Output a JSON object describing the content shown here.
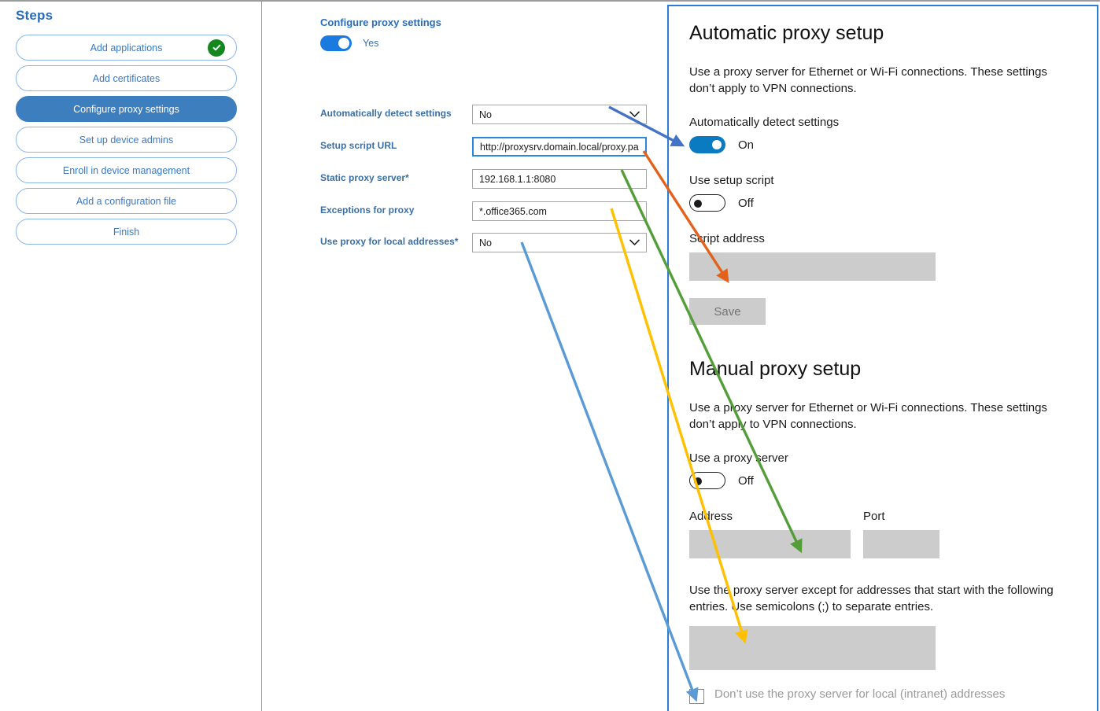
{
  "steps_panel": {
    "title": "Steps",
    "items": [
      {
        "label": "Add applications",
        "state": "completed"
      },
      {
        "label": "Add certificates",
        "state": "default"
      },
      {
        "label": "Configure proxy settings",
        "state": "active"
      },
      {
        "label": "Set up device admins",
        "state": "default"
      },
      {
        "label": "Enroll in device management",
        "state": "default"
      },
      {
        "label": "Add a configuration file",
        "state": "default"
      },
      {
        "label": "Finish",
        "state": "default"
      }
    ]
  },
  "form": {
    "heading": "Configure proxy settings",
    "toggle": {
      "label": "Yes",
      "state": "on"
    },
    "fields": [
      {
        "label": "Automatically detect settings",
        "required": "",
        "type": "select",
        "value": "No"
      },
      {
        "label": "Setup script URL",
        "required": "",
        "type": "text",
        "value": "http://proxysrv.domain.local/proxy.pa",
        "focused": true
      },
      {
        "label": "Static proxy server",
        "required": "*",
        "type": "text",
        "value": "192.168.1.1:8080"
      },
      {
        "label": "Exceptions for proxy",
        "required": "",
        "type": "text",
        "value": "*.office365.com"
      },
      {
        "label": "Use proxy for local addresses",
        "required": "*",
        "type": "select",
        "value": "No"
      }
    ]
  },
  "windows_settings": {
    "automatic": {
      "heading": "Automatic proxy setup",
      "description": "Use a proxy server for Ethernet or Wi-Fi connections. These settings don’t apply to VPN connections.",
      "detect_label": "Automatically detect settings",
      "detect_state": "On",
      "script_label": "Use setup script",
      "script_state": "Off",
      "script_address_label": "Script address",
      "script_address_value": "",
      "save_label": "Save"
    },
    "manual": {
      "heading": "Manual proxy setup",
      "description": "Use a proxy server for Ethernet or Wi-Fi connections. These settings don’t apply to VPN connections.",
      "use_proxy_label": "Use a proxy server",
      "use_proxy_state": "Off",
      "address_label": "Address",
      "address_value": "",
      "port_label": "Port",
      "port_value": "",
      "exceptions_description": "Use the proxy server except for addresses that start with the following entries. Use semicolons (;) to separate entries.",
      "exceptions_value": "",
      "bypass_checkbox_label": "Don’t use the proxy server for local (intranet) addresses",
      "bypass_checked": false
    }
  },
  "annotations": {
    "arrows": [
      {
        "name": "arrow-detect-settings",
        "color": "#4472c4",
        "from_label": "Automatically detect settings",
        "to_label": "Automatically detect settings toggle"
      },
      {
        "name": "arrow-setup-script-url",
        "color": "#e2621b",
        "from_label": "Setup script URL",
        "to_label": "Script address"
      },
      {
        "name": "arrow-static-proxy-server",
        "color": "#549e39",
        "from_label": "Static proxy server",
        "to_label": "Address"
      },
      {
        "name": "arrow-exceptions-for-proxy",
        "color": "#ffc000",
        "from_label": "Exceptions for proxy",
        "to_label": "Exceptions entries box"
      },
      {
        "name": "arrow-use-proxy-local",
        "color": "#5b9bd5",
        "from_label": "Use proxy for local addresses",
        "to_label": "Don’t use the proxy server for local (intranet) addresses"
      }
    ]
  },
  "colors": {
    "accent_blue": "#3d7ebf",
    "label_blue": "#3a6fa5",
    "toggle_on": "#1a7ae0",
    "win_toggle_on": "#0b7bc1",
    "check_green": "#15871f",
    "win_field_gray": "#cccccc"
  }
}
